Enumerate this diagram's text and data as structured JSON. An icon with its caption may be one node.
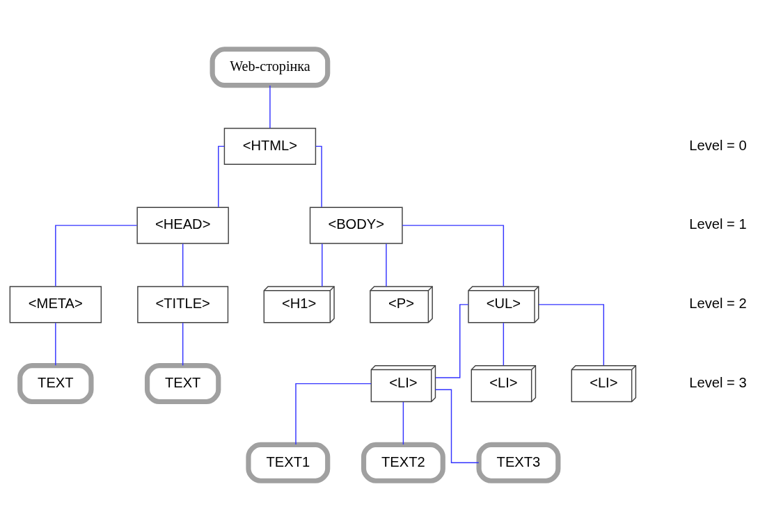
{
  "diagram": {
    "nodes": [
      {
        "text": [
          "Web-сторінка"
        ]
      },
      {
        "text": [
          "<HTML>"
        ]
      },
      {
        "text": [
          "<HEAD>"
        ]
      },
      {
        "text": [
          "<BODY>"
        ]
      },
      {
        "text": [
          "<META>"
        ]
      },
      {
        "text": [
          "<TITLE>"
        ]
      },
      {
        "text": [
          "TEXT"
        ]
      },
      {
        "text": [
          "TEXT"
        ]
      },
      {
        "text": [
          "<H1>"
        ]
      },
      {
        "text": [
          "<P>"
        ]
      },
      {
        "text": [
          "<UL>"
        ]
      },
      {
        "text": [
          "<LI>"
        ]
      },
      {
        "text": [
          "<LI>"
        ]
      },
      {
        "text": [
          "<LI>"
        ]
      },
      {
        "text": [
          "TEXT1"
        ]
      },
      {
        "text": [
          "TEXT2"
        ]
      },
      {
        "text": [
          "TEXT3"
        ]
      }
    ],
    "edges": [
      {
        "from": 0,
        "to": 1,
        "arrow": "none"
      },
      {
        "from": 1,
        "to": 2,
        "arrow": "none"
      },
      {
        "from": 1,
        "to": 3,
        "arrow": "none"
      },
      {
        "from": 2,
        "to": 4,
        "arrow": "none"
      },
      {
        "from": 2,
        "to": 5,
        "arrow": "none"
      },
      {
        "from": 4,
        "to": 6,
        "arrow": "none"
      },
      {
        "from": 5,
        "to": 7,
        "arrow": "none"
      },
      {
        "from": 3,
        "to": 8,
        "arrow": "none"
      },
      {
        "from": 3,
        "to": 9,
        "arrow": "none"
      },
      {
        "from": 3,
        "to": 10,
        "arrow": "none"
      },
      {
        "from": 10,
        "to": 11,
        "arrow": "none"
      },
      {
        "from": 10,
        "to": 12,
        "arrow": "none"
      },
      {
        "from": 10,
        "to": 13,
        "arrow": "none"
      },
      {
        "from": 11,
        "to": 14,
        "arrow": "none"
      },
      {
        "from": 11,
        "to": 15,
        "arrow": "none"
      },
      {
        "from": 11,
        "to": 16,
        "arrow": "none"
      }
    ],
    "labels": [
      "Level = 0",
      "Level = 1",
      "Level = 2",
      "Level = 3"
    ]
  }
}
